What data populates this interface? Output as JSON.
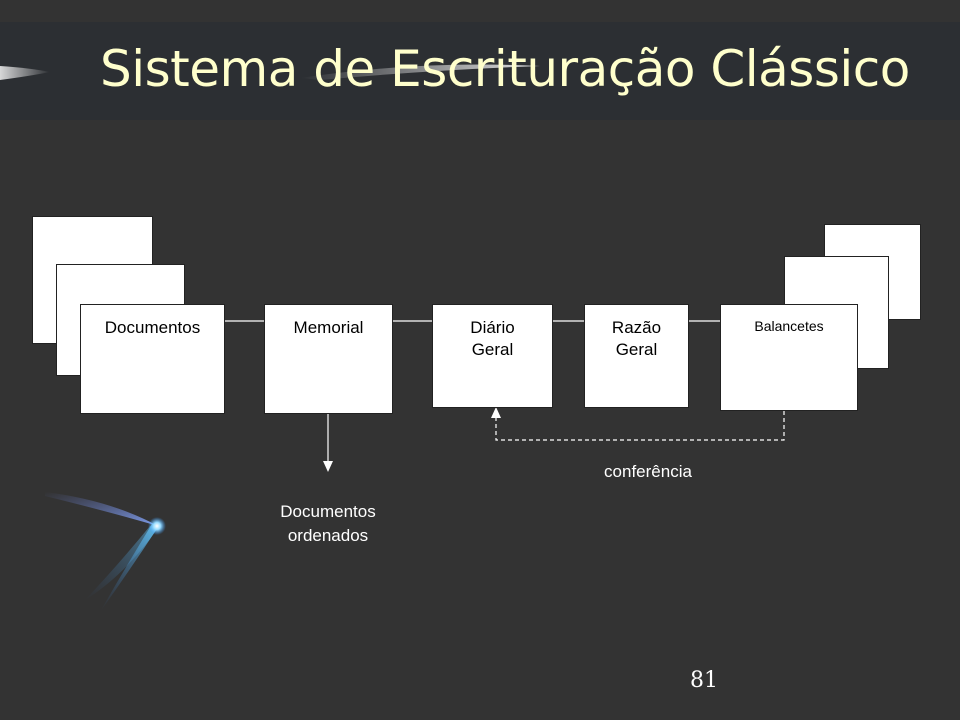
{
  "slide": {
    "title": "Sistema de Escrituração Clássico",
    "page_number": "81"
  },
  "diagram": {
    "nodes": {
      "documentos": "Documentos",
      "memorial": "Memorial",
      "diario_line1": "Diário",
      "diario_line2": "Geral",
      "razao_line1": "Razão",
      "razao_line2": "Geral",
      "balancetes": "Balancetes"
    },
    "annotations": {
      "docs_ordenados_line1": "Documentos",
      "docs_ordenados_line2": "ordenados",
      "conferencia": "conferência"
    }
  }
}
